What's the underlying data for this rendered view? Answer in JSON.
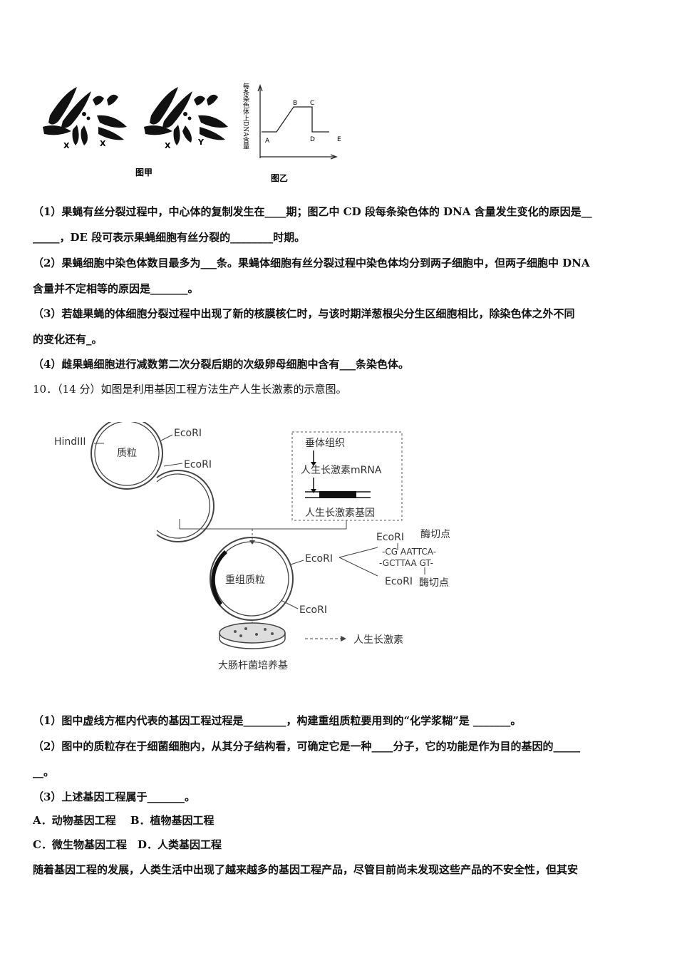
{
  "figure_top": {
    "chromosome_left_labels": [
      "X",
      "X"
    ],
    "chromosome_right_labels": [
      "X",
      "Y"
    ],
    "caption_jia": "图甲",
    "graph_ylabel": "每条染色体上DNA含量",
    "graph_points": [
      "A",
      "B",
      "C",
      "D",
      "E"
    ],
    "caption_yi": "图乙"
  },
  "questions_9": {
    "q1_a": "（1）果蝇有丝分裂过程中，中心体的复制发生在____期；图乙中 CD 段每条染色体的 DNA 含量发生变化的原因是__",
    "q1_b": "_____，DE 段可表示果蝇细胞有丝分裂的________时期。",
    "q2_a": "（2）果蝇细胞中染色体数目最多为___条。果蝇体细胞有丝分裂过程中染色体均分到两子细胞中，但两子细胞中 DNA",
    "q2_b": "含量并不定相等的原因是_______。",
    "q3_a": "（3）若雄果蝇的体细胞分裂过程中出现了新的核膜核仁时，与该时期洋葱根尖分生区细胞相比，除染色体之外不同",
    "q3_b": "的变化还有_。",
    "q4": "（4）雌果蝇细胞进行减数第二次分裂后期的次级卵母细胞中含有___条染色体。"
  },
  "question_10_title": "10．（14 分）如图是利用基因工程方法生产人生长激素的示意图。",
  "figure_bottom": {
    "hindiii": "HindIII",
    "plasmid": "质粒",
    "ecori": "EcoRI",
    "box_tissue": "垂体组织",
    "box_mrna": "人生长激素mRNA",
    "box_gene": "人生长激素基因",
    "recombinant": "重组质粒",
    "seq_top": "-CG AATTCA-",
    "seq_bottom": "-GCTTAA GT-",
    "cut_site": "酶切点",
    "product": "人生长激素",
    "medium": "大肠杆菌培养基"
  },
  "questions_10": {
    "q1": "（1）图中虚线方框内代表的基因工程过程是________，构建重组质粒要用到的“化学浆糊”是 _______。",
    "q2_a": "（2）图中的质粒存在于细菌细胞内，从其分子结构看，可确定它是一种____分子，它的功能是作为目的基因的_____",
    "q2_b": "__。",
    "q3": "（3）上述基因工程属于_______。",
    "optAB": "A．动物基因工程　 B．植物基因工程",
    "optCD": "C．微生物基因工程　D．人类基因工程"
  },
  "last_paragraph": "随着基因工程的发展，人类生活中出现了越来越多的基因工程产品，尽管目前尚未发现这些产品的不安全性，但其安"
}
